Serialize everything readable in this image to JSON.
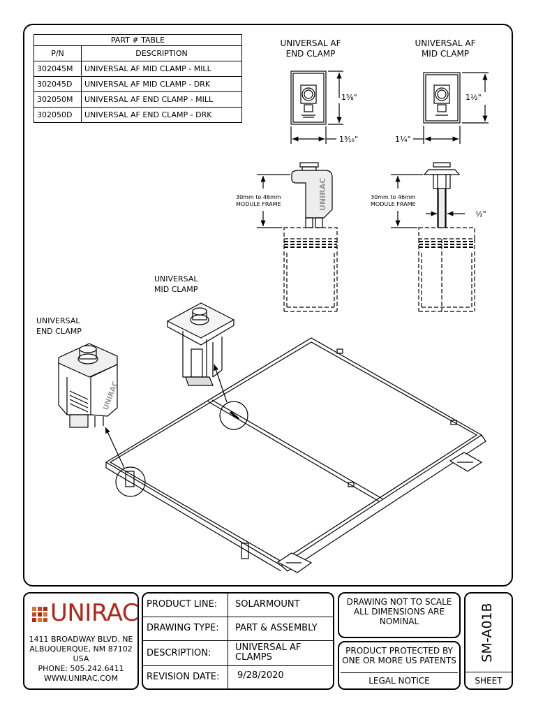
{
  "part_table": {
    "title": "PART # TABLE",
    "headers": [
      "P/N",
      "DESCRIPTION"
    ],
    "rows": [
      [
        "302045M",
        "UNIVERSAL AF MID CLAMP - MILL"
      ],
      [
        "302045D",
        "UNIVERSAL AF MID CLAMP - DRK"
      ],
      [
        "302050M",
        "UNIVERSAL AF END CLAMP - MILL"
      ],
      [
        "302050D",
        "UNIVERSAL AF END CLAMP - DRK"
      ]
    ]
  },
  "views": {
    "end_clamp_title": "UNIVERSAL AF\nEND CLAMP",
    "mid_clamp_title": "UNIVERSAL AF\nMID CLAMP",
    "end_height": "1⅝\"",
    "end_width": "1³⁄₁₆\"",
    "mid_height": "1½\"",
    "mid_width": "1¼\"",
    "end_frame_range": "30mm to 46mm\nMODULE FRAME",
    "mid_frame_range": "30mm to 46mm\nMODULE FRAME",
    "mid_gap": "½\"",
    "clamp_brand": "UNIRAC"
  },
  "assembly": {
    "mid_label": "UNIVERSAL\nMID CLAMP",
    "end_label": "UNIVERSAL\nEND CLAMP"
  },
  "title_block": {
    "logo_text": "UNIRAC",
    "address": "1411 BROADWAY BLVD. NE\nALBUQUERQUE, NM 87102 USA\nPHONE: 505.242.6411\nWWW.UNIRAC.COM",
    "product_line_label": "PRODUCT LINE:",
    "product_line": "SOLARMOUNT",
    "drawing_type_label": "DRAWING TYPE:",
    "drawing_type": "PART & ASSEMBLY",
    "description_label": "DESCRIPTION:",
    "description": "UNIVERSAL AF\nCLAMPS",
    "revision_label": "REVISION DATE:",
    "revision_date": "9/28/2020",
    "scale_note": "DRAWING NOT TO SCALE\nALL DIMENSIONS ARE\nNOMINAL",
    "patent_note": "PRODUCT PROTECTED BY\nONE OR MORE US PATENTS",
    "legal_notice": "LEGAL NOTICE",
    "sheet_number": "SM-A01B",
    "sheet_label": "SHEET"
  },
  "colors": {
    "logo": "#b3251a",
    "line": "#000000"
  }
}
